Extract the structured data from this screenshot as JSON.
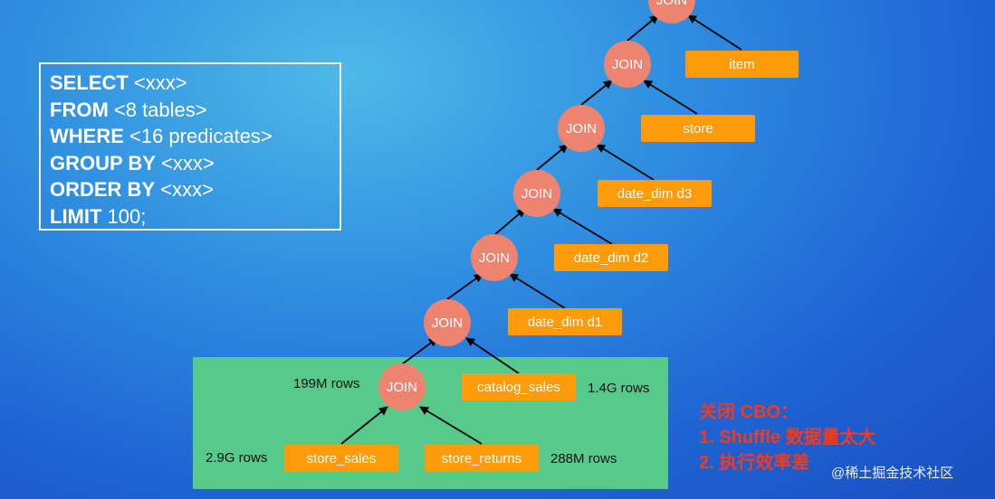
{
  "sql": {
    "line1_kw": "SELECT",
    "line1_rest": " <xxx>",
    "line2_kw": "FROM",
    "line2_rest": " <8 tables>",
    "line3_kw": "WHERE",
    "line3_rest": " <16 predicates>",
    "line4_kw": "GROUP BY",
    "line4_rest": " <xxx>",
    "line5_kw": "ORDER BY",
    "line5_rest": " <xxx>",
    "line6_kw": "LIMIT",
    "line6_rest": " 100;"
  },
  "joins": {
    "label": "JOIN"
  },
  "tables": {
    "item": "item",
    "store": "store",
    "date_dim_d3": "date_dim d3",
    "date_dim_d2": "date_dim d2",
    "date_dim_d1": "date_dim d1",
    "catalog_sales": "catalog_sales",
    "store_sales": "store_sales",
    "store_returns": "store_returns"
  },
  "rows": {
    "join_output": "199M rows",
    "catalog_sales": "1.4G rows",
    "store_sales": "2.9G rows",
    "store_returns": "288M rows"
  },
  "note": {
    "line1": "关闭 CBO：",
    "line2": "1. Shuffle 数据量太大",
    "line3": "2. 执行效率差"
  },
  "footer": "@稀土掘金技术社区",
  "colors": {
    "join_node": "#ee8470",
    "table_node": "#fd9b0b",
    "highlight_panel": "#57c98a",
    "note_text": "#f23a1f"
  }
}
